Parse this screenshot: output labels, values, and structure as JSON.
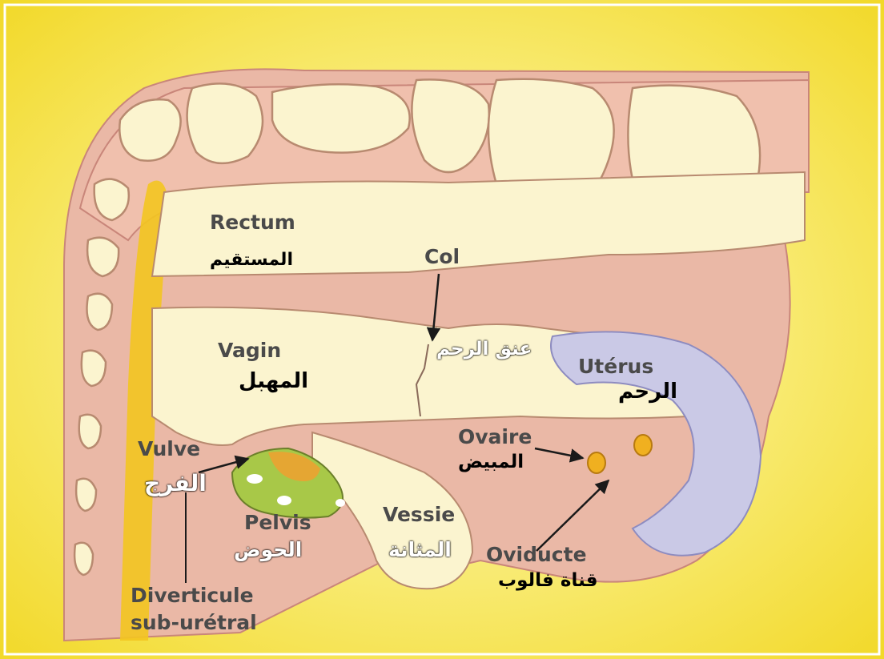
{
  "labels": {
    "rectum_fr": "Rectum",
    "rectum_ar": "المستقيم",
    "col_fr": "Col",
    "col_ar": "عنق الرحم",
    "vagin_fr": "Vagin",
    "vagin_ar": "المهبل",
    "uterus_fr": "Utérus",
    "uterus_ar": "الرحم",
    "vulve_fr": "Vulve",
    "vulve_ar": "الفرج",
    "ovaire_fr": "Ovaire",
    "ovaire_ar": "المبيض",
    "pelvis_fr": "Pelvis",
    "pelvis_ar": "الحوض",
    "vessie_fr": "Vessie",
    "vessie_ar": "المثانة",
    "oviducte_fr": "Oviducte",
    "oviducte_ar": "قناة فالوب",
    "diverticule_fr_1": "Diverticule",
    "diverticule_fr_2": "sub-urétral"
  },
  "colors": {
    "background": "#f4e23a",
    "tissue_pink": "#e8b2a0",
    "organ_cream": "#fbf4cf",
    "bone": "#fbf4cf",
    "uterus_lilac": "#c9c8e6",
    "ovary_orange": "#f0b020",
    "pelvis_green": "#a8c848",
    "arrow": "#1a1a1a"
  }
}
